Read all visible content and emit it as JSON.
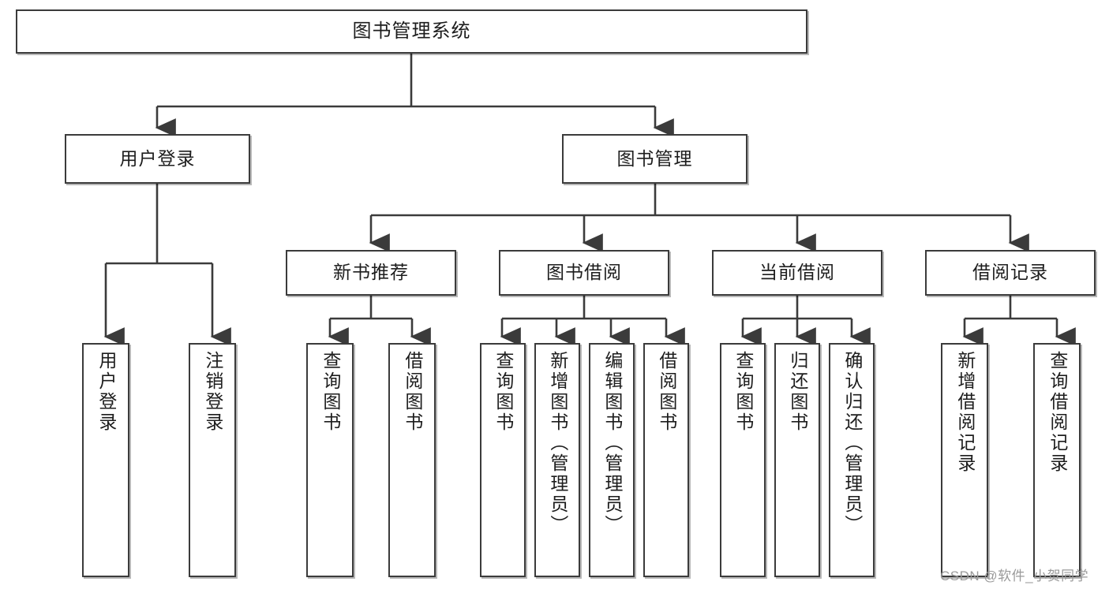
{
  "diagram": {
    "title": "图书管理系统",
    "type": "tree-hierarchy",
    "root": {
      "id": "root",
      "label": "图书管理系统"
    },
    "level2": [
      {
        "id": "user-login",
        "label": "用户登录"
      },
      {
        "id": "book-management",
        "label": "图书管理"
      }
    ],
    "level3": [
      {
        "id": "new-book-recommend",
        "label": "新书推荐",
        "parent": "book-management"
      },
      {
        "id": "book-borrow",
        "label": "图书借阅",
        "parent": "book-management"
      },
      {
        "id": "current-borrow",
        "label": "当前借阅",
        "parent": "book-management"
      },
      {
        "id": "borrow-record",
        "label": "借阅记录",
        "parent": "book-management"
      }
    ],
    "leaves": [
      {
        "id": "leaf-user-login",
        "label": "用户登录",
        "parent": "user-login"
      },
      {
        "id": "leaf-logout",
        "label": "注销登录",
        "parent": "user-login"
      },
      {
        "id": "leaf-query-book-1",
        "label": "查询图书",
        "parent": "new-book-recommend"
      },
      {
        "id": "leaf-borrow-book-1",
        "label": "借阅图书",
        "parent": "new-book-recommend"
      },
      {
        "id": "leaf-query-book-2",
        "label": "查询图书",
        "parent": "book-borrow"
      },
      {
        "id": "leaf-add-book",
        "label": "新增图书（管理员）",
        "parent": "book-borrow"
      },
      {
        "id": "leaf-edit-book",
        "label": "编辑图书（管理员）",
        "parent": "book-borrow"
      },
      {
        "id": "leaf-borrow-book-2",
        "label": "借阅图书",
        "parent": "book-borrow"
      },
      {
        "id": "leaf-query-book-3",
        "label": "查询图书",
        "parent": "current-borrow"
      },
      {
        "id": "leaf-return-book",
        "label": "归还图书",
        "parent": "current-borrow"
      },
      {
        "id": "leaf-confirm-return",
        "label": "确认归还（管理员）",
        "parent": "current-borrow"
      },
      {
        "id": "leaf-add-record",
        "label": "新增借阅记录",
        "parent": "borrow-record"
      },
      {
        "id": "leaf-query-record",
        "label": "查询借阅记录",
        "parent": "borrow-record"
      }
    ],
    "watermark": "CSDN @软件_小贺同学",
    "colors": {
      "stroke": "#3b3b3b",
      "fill": "#ffffff",
      "text": "#1d1d1d",
      "watermark": "#9a9a9a"
    }
  }
}
